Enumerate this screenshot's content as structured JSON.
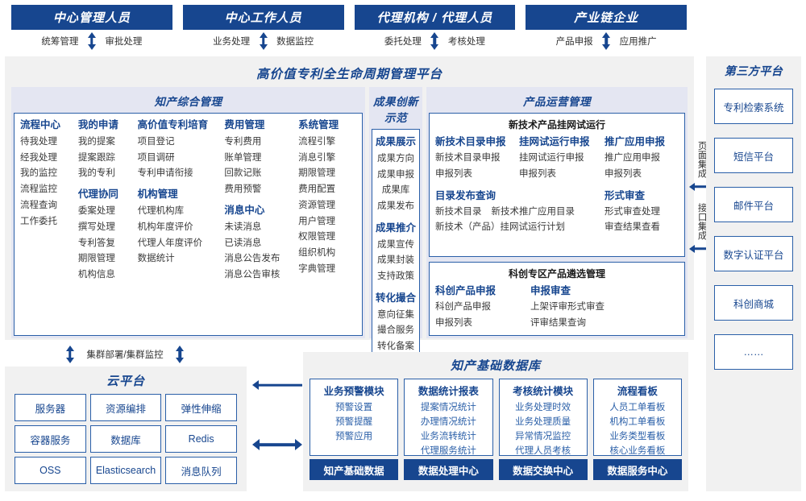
{
  "roles": [
    {
      "title": "中心管理人员",
      "left": "统筹管理",
      "right": "审批处理"
    },
    {
      "title": "中心工作人员",
      "left": "业务处理",
      "right": "数据监控"
    },
    {
      "title": "代理机构 / 代理人员",
      "left": "委托处理",
      "right": "考核处理"
    },
    {
      "title": "产业链企业",
      "left": "产品申报",
      "right": "应用推广"
    }
  ],
  "platform": {
    "title": "高价值专利全生命周期管理平台",
    "groups": {
      "ip": {
        "title": "知产综合管理",
        "columns": [
          {
            "blocks": [
              {
                "head": "流程中心",
                "items": [
                  "待我处理",
                  "经我处理",
                  "我的监控",
                  "流程监控",
                  "流程查询",
                  "工作委托"
                ]
              }
            ]
          },
          {
            "blocks": [
              {
                "head": "我的申请",
                "items": [
                  "我的提案",
                  "提案跟踪",
                  "我的专利"
                ]
              },
              {
                "head": "代理协同",
                "items": [
                  "委案处理",
                  "撰写处理",
                  "专利答复",
                  "期限管理",
                  "机构信息"
                ]
              }
            ]
          },
          {
            "blocks": [
              {
                "head": "高价值专利培育",
                "items": [
                  "项目登记",
                  "项目调研",
                  "专利申请衔接"
                ]
              },
              {
                "head": "机构管理",
                "items": [
                  "代理机构库",
                  "机构年度评价",
                  "代理人年度评价",
                  "数据统计"
                ]
              }
            ]
          },
          {
            "blocks": [
              {
                "head": "费用管理",
                "items": [
                  "专利费用",
                  "账单管理",
                  "回款记账",
                  "费用预警"
                ]
              },
              {
                "head": "消息中心",
                "items": [
                  "未读消息",
                  "已读消息",
                  "消息公告发布",
                  "消息公告审核"
                ]
              }
            ]
          },
          {
            "blocks": [
              {
                "head": "系统管理",
                "items": [
                  "流程引擎",
                  "消息引擎",
                  "期限管理",
                  "费用配置",
                  "资源管理",
                  "用户管理",
                  "权限管理",
                  "组织机构",
                  "字典管理"
                ]
              }
            ]
          }
        ]
      },
      "achievement": {
        "title": "成果创新示范",
        "blocks": [
          {
            "head": "成果展示",
            "items": [
              "成果方向",
              "成果申报",
              "成果库",
              "成果发布"
            ]
          },
          {
            "head": "成果推介",
            "items": [
              "成果宣传",
              "成果封装",
              "支持政策"
            ]
          },
          {
            "head": "转化撮合",
            "items": [
              "意向征集",
              "撮合服务",
              "转化备案"
            ]
          }
        ]
      },
      "product": {
        "title": "产品运营管理",
        "sub1": {
          "title": "新技术产品挂网试运行",
          "row1": [
            {
              "head": "新技术目录申报",
              "items": [
                "新技术目录申报",
                "申报列表"
              ]
            },
            {
              "head": "挂网试运行申报",
              "items": [
                "挂网试运行申报",
                "申报列表"
              ]
            },
            {
              "head": "推广应用申报",
              "items": [
                "推广应用申报",
                "申报列表"
              ]
            }
          ],
          "row2_left": {
            "head": "目录发布查询",
            "line1": [
              "新技术目录",
              "新技术推广应用目录"
            ],
            "line2": "新技术（产品）挂网试运行计划"
          },
          "row2_right": {
            "head": "形式审查",
            "items": [
              "形式审查处理",
              "审查结果查看"
            ]
          }
        },
        "sub2": {
          "title": "科创专区产品遴选管理",
          "columns": [
            {
              "head": "科创产品申报",
              "items": [
                "科创产品申报",
                "申报列表"
              ]
            },
            {
              "head": "申报审查",
              "items": [
                "上架评审形式审查",
                "评审结果查询"
              ]
            }
          ]
        }
      }
    }
  },
  "integration": [
    {
      "label": "页面集成"
    },
    {
      "label": "接口集成"
    }
  ],
  "third_party": {
    "title": "第三方平台",
    "items": [
      "专利检索系统",
      "短信平台",
      "邮件平台",
      "数字认证平台",
      "科创商城",
      "……"
    ]
  },
  "cluster": {
    "label": "集群部署/集群监控"
  },
  "cloud": {
    "title": "云平台",
    "cells": [
      "服务器",
      "资源编排",
      "弹性伸缩",
      "容器服务",
      "数据库",
      "Redis",
      "OSS",
      "Elasticsearch",
      "消息队列"
    ]
  },
  "knowledge_db": {
    "title": "知产基础数据库",
    "columns": [
      {
        "head": "业务预警模块",
        "items": [
          "预警设置",
          "预警提醒",
          "预警应用"
        ],
        "foot": "知产基础数据"
      },
      {
        "head": "数据统计报表",
        "items": [
          "提案情况统计",
          "办理情况统计",
          "业务流转统计",
          "代理服务统计"
        ],
        "foot": "数据处理中心"
      },
      {
        "head": "考核统计模块",
        "items": [
          "业务处理时效",
          "业务处理质量",
          "异常情况监控",
          "代理人员考核"
        ],
        "foot": "数据交换中心"
      },
      {
        "head": "流程看板",
        "items": [
          "人员工单看板",
          "机构工单看板",
          "业务类型看板",
          "核心业务看板"
        ],
        "foot": "数据服务中心"
      }
    ]
  },
  "colors": {
    "brand_navy": "#17468f",
    "border_blue": "#2a5fa8",
    "panel_gray": "#f1f1f1",
    "group_lavender": "#e4e6f2",
    "body_text": "#3a3a3a"
  }
}
